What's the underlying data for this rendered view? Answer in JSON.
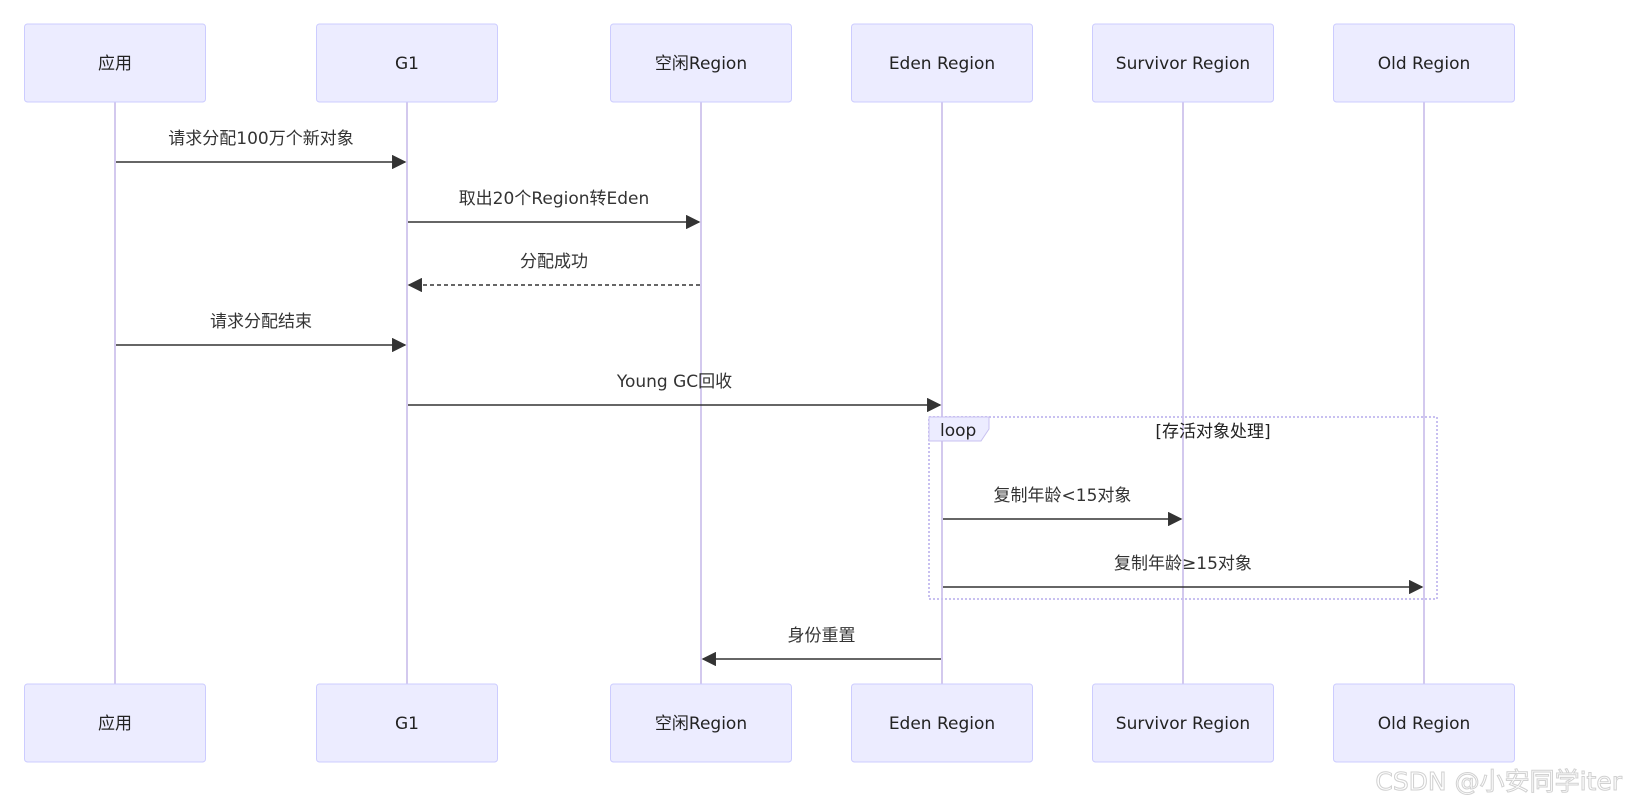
{
  "diagram": {
    "participants": [
      {
        "id": "app",
        "label": "应用"
      },
      {
        "id": "g1",
        "label": "G1"
      },
      {
        "id": "free",
        "label": "空闲Region"
      },
      {
        "id": "eden",
        "label": "Eden Region"
      },
      {
        "id": "survivor",
        "label": "Survivor Region"
      },
      {
        "id": "old",
        "label": "Old Region"
      }
    ],
    "messages": [
      {
        "from": 0,
        "to": 1,
        "label": "请求分配100万个新对象",
        "style": "solid"
      },
      {
        "from": 1,
        "to": 2,
        "label": "取出20个Region转Eden",
        "style": "solid"
      },
      {
        "from": 2,
        "to": 1,
        "label": "分配成功",
        "style": "dashed"
      },
      {
        "from": 0,
        "to": 1,
        "label": "请求分配结束",
        "style": "solid"
      },
      {
        "from": 1,
        "to": 3,
        "label": "Young GC回收",
        "style": "solid"
      },
      {
        "from": 3,
        "to": 4,
        "label": "复制年龄<15对象",
        "style": "solid"
      },
      {
        "from": 3,
        "to": 5,
        "label": "复制年龄≥15对象",
        "style": "solid"
      },
      {
        "from": 3,
        "to": 2,
        "label": "身份重置",
        "style": "solid"
      }
    ],
    "loop": {
      "keyword": "loop",
      "condition": "[存活对象处理]"
    }
  },
  "watermark": "CSDN @小安同学iter",
  "colors": {
    "actor_fill": "#ECECFF",
    "actor_border": "#CCCCFF",
    "lifeline": "#D3C9EE",
    "arrow": "#333333"
  }
}
